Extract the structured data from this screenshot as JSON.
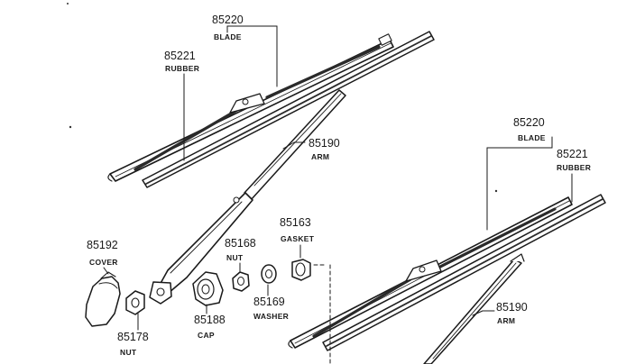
{
  "parts": {
    "blade_a": {
      "number": "85220",
      "name": "BLADE"
    },
    "rubber_a": {
      "number": "85221",
      "name": "RUBBER"
    },
    "arm_a": {
      "number": "85190",
      "name": "ARM"
    },
    "blade_b": {
      "number": "85220",
      "name": "BLADE"
    },
    "rubber_b": {
      "number": "85221",
      "name": "RUBBER"
    },
    "arm_b": {
      "number": "85190",
      "name": "ARM"
    },
    "cover": {
      "number": "85192",
      "name": "COVER"
    },
    "nut_small": {
      "number": "85178",
      "name": "NUT"
    },
    "nut": {
      "number": "85168",
      "name": "NUT"
    },
    "gasket": {
      "number": "85163",
      "name": "GASKET"
    },
    "cap": {
      "number": "85188",
      "name": "CAP"
    },
    "washer": {
      "number": "85169",
      "name": "WASHER"
    }
  },
  "colors": {
    "line": "#1a1a1a",
    "fill_dark": "#2a2a2a",
    "fill_light": "#ffffff"
  }
}
